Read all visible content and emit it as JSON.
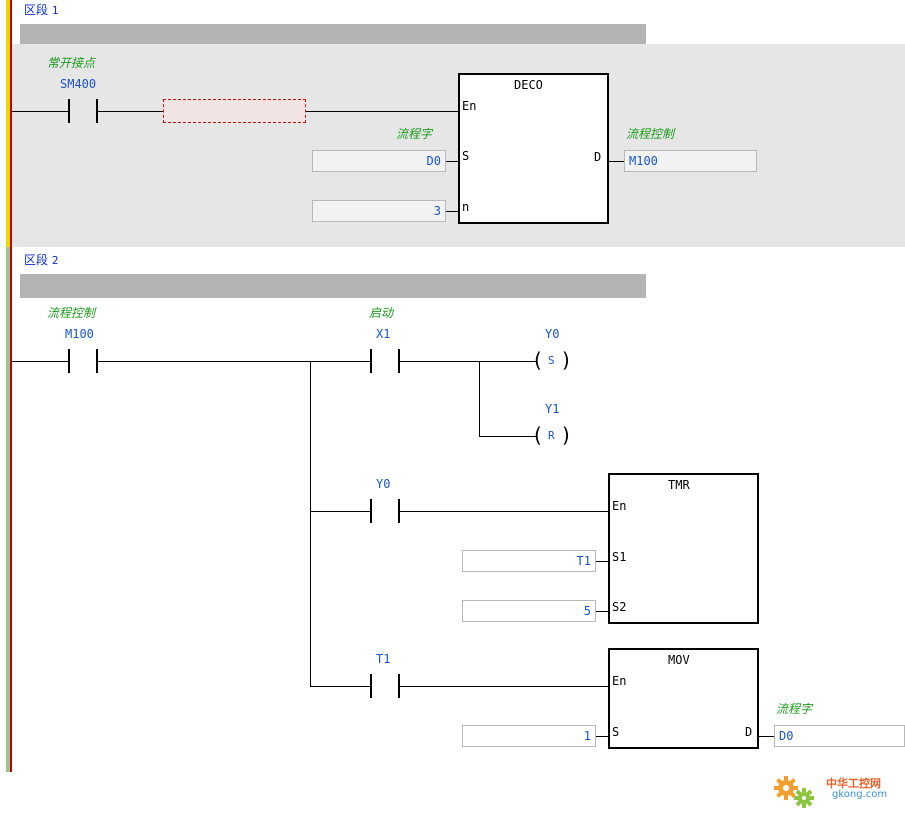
{
  "segments": [
    {
      "label": "区段",
      "number": "1"
    },
    {
      "label": "区段",
      "number": "2"
    }
  ],
  "rung1": {
    "contact_comment": "常开接点",
    "contact_device": "SM400",
    "instruction": "DECO",
    "pins": {
      "en": "En",
      "s": "S",
      "n": "n",
      "d": "D"
    },
    "s_comment": "流程字",
    "s_value": "D0",
    "n_value": "3",
    "d_comment": "流程控制",
    "d_value": "M100"
  },
  "rung2": {
    "m100_comment": "流程控制",
    "m100_device": "M100",
    "x1_comment": "启动",
    "x1_device": "X1",
    "y0_coil": {
      "device": "Y0",
      "type": "S"
    },
    "y1_coil": {
      "device": "Y1",
      "type": "R"
    },
    "y0_contact": "Y0",
    "tmr": {
      "name": "TMR",
      "en": "En",
      "s1": "S1",
      "s2": "S2",
      "s1_value": "T1",
      "s2_value": "5"
    },
    "t1_contact": "T1",
    "mov": {
      "name": "MOV",
      "en": "En",
      "s": "S",
      "d": "D",
      "s_value": "1",
      "d_comment": "流程字",
      "d_value": "D0"
    }
  },
  "watermark": {
    "cn": "中华工控网",
    "en": "gkong.com"
  },
  "colors": {
    "comment": "#1c9a1c",
    "device": "#1a55c8",
    "segment_label": "#0a2fcf",
    "rail_active": "#f2d600",
    "rail_inactive": "#9bc48f",
    "rail_edge": "#c00000",
    "selection": "#d01010"
  }
}
